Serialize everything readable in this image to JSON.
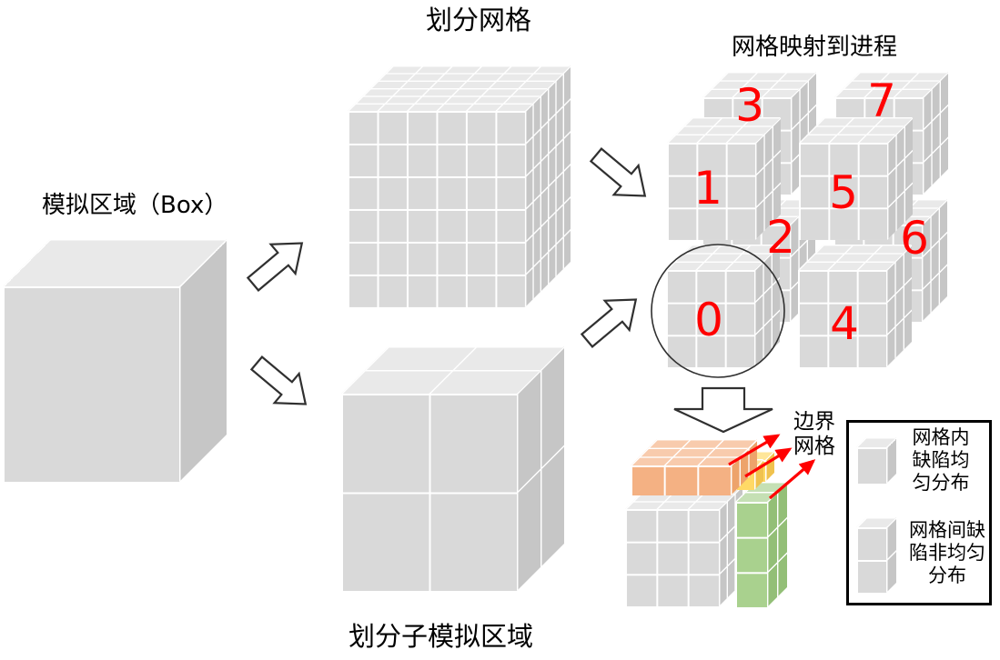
{
  "diagram": {
    "box_label": "模拟区域（Box）",
    "grid_title": "划分网格",
    "mapping_title": "网格映射到进程",
    "subdomain_label": "划分子模拟区域",
    "boundary_label": "边界网格",
    "process_labels": [
      "0",
      "1",
      "2",
      "3",
      "4",
      "5",
      "6",
      "7"
    ],
    "legend": {
      "item1": "网格内缺陷均匀分布",
      "item2": "网格间缺陷非均匀分布"
    },
    "colors": {
      "cube_front": "#d9d9d9",
      "cube_top": "#e9e9e9",
      "cube_side": "#c6c6c6",
      "grid_line": "#ffffff",
      "top_boundary_front": "#f4b183",
      "top_boundary_top": "#f8cbad",
      "top_boundary_side": "#eda36b",
      "corner_boundary_front": "#ffd966",
      "corner_boundary_top": "#ffe699",
      "corner_boundary_side": "#f0c24e",
      "right_boundary_front": "#a9d18e",
      "right_boundary_top": "#c5e0b4",
      "right_boundary_side": "#93bf77",
      "process_number": "#ff0000",
      "red_arrow": "#ff0000",
      "outline": "#303030"
    }
  }
}
